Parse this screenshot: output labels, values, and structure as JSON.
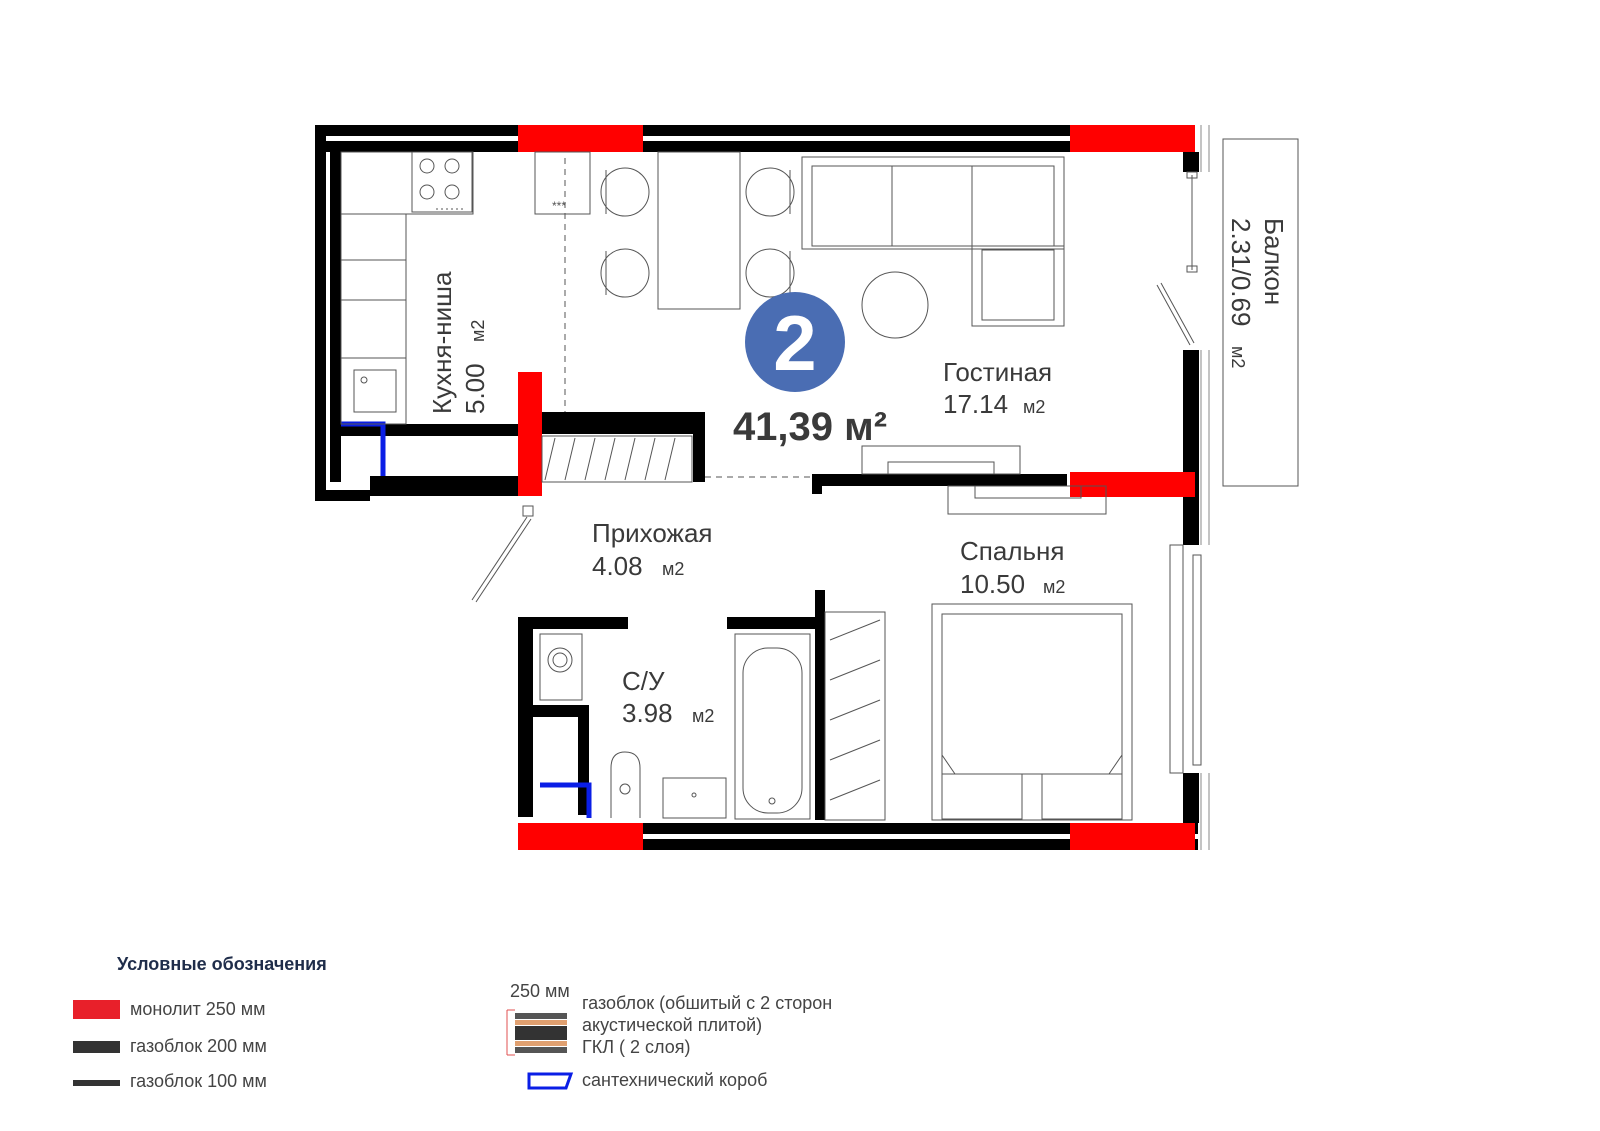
{
  "apartment": {
    "rooms_count": "2",
    "total_area": "41,39 м²"
  },
  "rooms": {
    "kitchen": {
      "name": "Кухня-ниша",
      "area": "5.00",
      "unit": "м2"
    },
    "living": {
      "name": "Гостиная",
      "area": "17.14",
      "unit": "м2"
    },
    "balcony": {
      "name": "Балкон",
      "area": "2.31/0.69",
      "unit": "м2"
    },
    "hall": {
      "name": "Прихожая",
      "area": "4.08",
      "unit": "м2"
    },
    "bedroom": {
      "name": "Спальня",
      "area": "10.50",
      "unit": "м2"
    },
    "bathroom": {
      "name": "С/У",
      "area": "3.98",
      "unit": "м2"
    }
  },
  "legend": {
    "title": "Условные обозначения",
    "items": [
      {
        "label": "монолит 250 мм",
        "color": "#e8202a"
      },
      {
        "label": "газоблок 200 мм",
        "color": "#333333"
      },
      {
        "label": "газоблок 100 мм",
        "color": "#333333"
      }
    ],
    "composite": {
      "dimension": "250 мм",
      "line1": "газоблок (обшитый с 2 сторон",
      "line2": "акустической плитой)",
      "line3": "ГКЛ ( 2 слоя)"
    },
    "plumbing": {
      "label": "сантехнический короб",
      "color": "#0a1ee6"
    }
  },
  "colors": {
    "monolith": "#ff0000",
    "wall": "#000000",
    "badge": "#4a6db3",
    "text": "#3a3a3a"
  }
}
